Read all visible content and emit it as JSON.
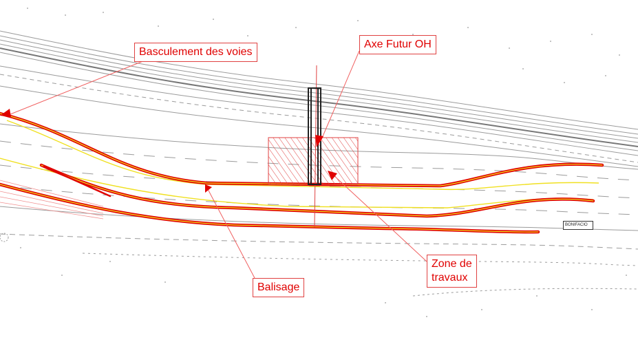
{
  "labels": {
    "basculement": "Basculement des voies",
    "axe": "Axe Futur OH",
    "balisage": "Balisage",
    "zone_line1": "Zone de",
    "zone_line2": "travaux"
  },
  "sign_text": "BONIFACIO",
  "colors": {
    "accent": "#e00000",
    "highlight": "#f0e020",
    "hatch": "#e04040",
    "base_lines": "#9a9a9a"
  }
}
